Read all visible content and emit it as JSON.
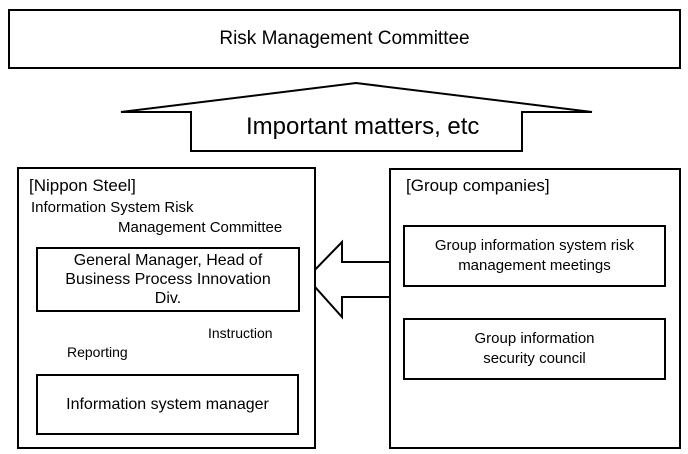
{
  "top_box": {
    "label": "Risk Management Committee"
  },
  "up_arrow": {
    "label": "Important matters, etc"
  },
  "nippon_steel": {
    "heading": "[Nippon Steel]",
    "committee_line1": "Information System Risk",
    "committee_line2": "Management Committee",
    "gm_box": "General Manager, Head of\nBusiness Process Innovation\nDiv.",
    "reporting_label": "Reporting",
    "instruction_label": "Instruction",
    "manager_box": "Information system manager"
  },
  "group_companies": {
    "heading": "[Group companies]",
    "meetings_box": "Group information system risk\nmanagement meetings",
    "council_box": "Group information\nsecurity council"
  }
}
